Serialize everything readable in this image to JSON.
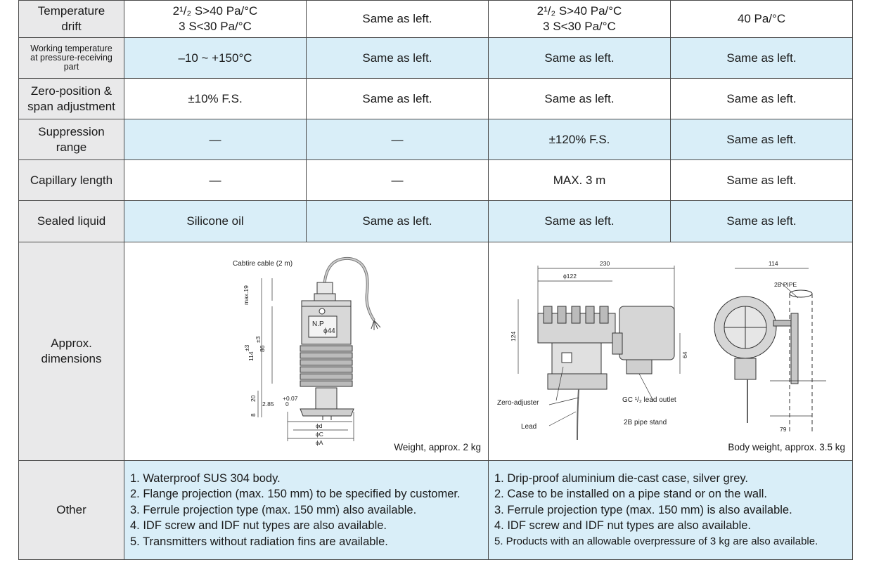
{
  "rows": {
    "temp_drift": {
      "label": [
        "Temperature",
        "drift"
      ],
      "c1": [
        "2¹/₂ S>40 Pa/°C",
        "3 S<30 Pa/°C"
      ],
      "c2": "Same as left.",
      "c3": [
        "2¹/₂ S>40 Pa/°C",
        "3 S<30 Pa/°C"
      ],
      "c4": "40 Pa/°C"
    },
    "working_temp": {
      "label": [
        "Working temperature",
        "at pressure-receiving",
        "part"
      ],
      "c1": "–10 ~ +150°C",
      "c2": "Same as left.",
      "c3": "Same as left.",
      "c4": "Same as left."
    },
    "zero_span": {
      "label": [
        "Zero-position &",
        "span adjustment"
      ],
      "c1": "±10% F.S.",
      "c2": "Same as left.",
      "c3": "Same as left.",
      "c4": "Same as left."
    },
    "suppression": {
      "label": [
        "Suppression",
        "range"
      ],
      "c1": "—",
      "c2": "—",
      "c3": "±120% F.S.",
      "c4": "Same as left."
    },
    "capillary": {
      "label": "Capillary length",
      "c1": "—",
      "c2": "—",
      "c3": "MAX. 3 m",
      "c4": "Same as left."
    },
    "sealed": {
      "label": "Sealed liquid",
      "c1": "Silicone oil",
      "c2": "Same as left.",
      "c3": "Same as left.",
      "c4": "Same as left."
    }
  },
  "dimensions": {
    "label": [
      "Approx.",
      "dimensions"
    ],
    "left": {
      "cable_label": "Cabtire cable (2 m)",
      "max_label": "max.19",
      "np_label": "N.P",
      "phi44": "ϕ44",
      "dim_86": "86",
      "dim_86_tol": "±3",
      "dim_114": "114",
      "dim_114_tol": "±3",
      "dim_20": "20",
      "dim_8": "8",
      "dim_285": "2.85",
      "tol_upper": "+0.07",
      "tol_lower": "0",
      "phi_d": "ϕd",
      "phi_c": "ϕC",
      "phi_a": "ϕA",
      "weight": "Weight, approx. 2 kg"
    },
    "right": {
      "dim_230": "230",
      "phi122": "ϕ122",
      "dim_124": "124",
      "dim_64": "64",
      "zero_adjuster": "Zero-adjuster",
      "lead": "Lead",
      "gc_outlet": "GC ¹/₂ lead outlet",
      "pipe_stand": "2B pipe stand",
      "dim_114": "114",
      "pipe_label": "2B PIPE",
      "dim_79": "79",
      "weight": "Body weight, approx. 3.5 kg"
    }
  },
  "other": {
    "label": "Other",
    "left_items": [
      "1. Waterproof SUS 304 body.",
      "2. Flange projection (max. 150 mm) to be specified by customer.",
      "3. Ferrule projection type (max. 150 mm) also available.",
      "4. IDF screw and IDF nut types are also available.",
      "5. Transmitters without radiation fins are available."
    ],
    "right_items": [
      "1. Drip-proof aluminium die-cast case, silver grey.",
      "2. Case to be installed on a pipe stand or on the wall.",
      "3. Ferrule projection type (max. 150 mm) is also available.",
      "4. IDF screw and IDF nut types are also available.",
      "5. Products with an allowable overpressure of 3 kg are also available."
    ]
  }
}
